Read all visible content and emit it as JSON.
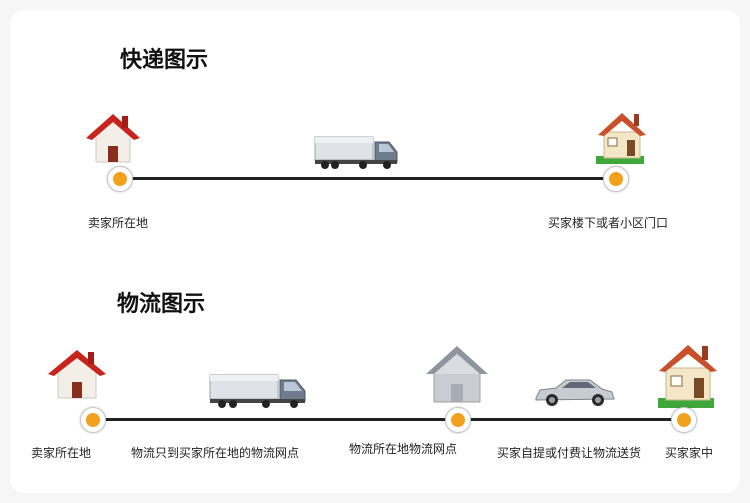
{
  "express": {
    "title": "快递图示",
    "start_label": "卖家所在地",
    "end_label": "买家楼下或者小区门口",
    "icons": [
      "red-roof-house-icon",
      "truck-icon",
      "house-with-lawn-icon"
    ]
  },
  "logistics": {
    "title": "物流图示",
    "labels": [
      "卖家所在地",
      "物流只到买家所在地的物流网点",
      "物流所在地物流网点",
      "买家自提或付费让物流送货",
      "买家家中"
    ],
    "icons": [
      "red-roof-house-icon",
      "truck-icon",
      "gray-house-icon",
      "car-icon",
      "house-with-lawn-icon"
    ]
  },
  "colors": {
    "node": "#f2a11d",
    "line": "#222222",
    "roof": "#c8241c",
    "lawn": "#3ea83b"
  }
}
